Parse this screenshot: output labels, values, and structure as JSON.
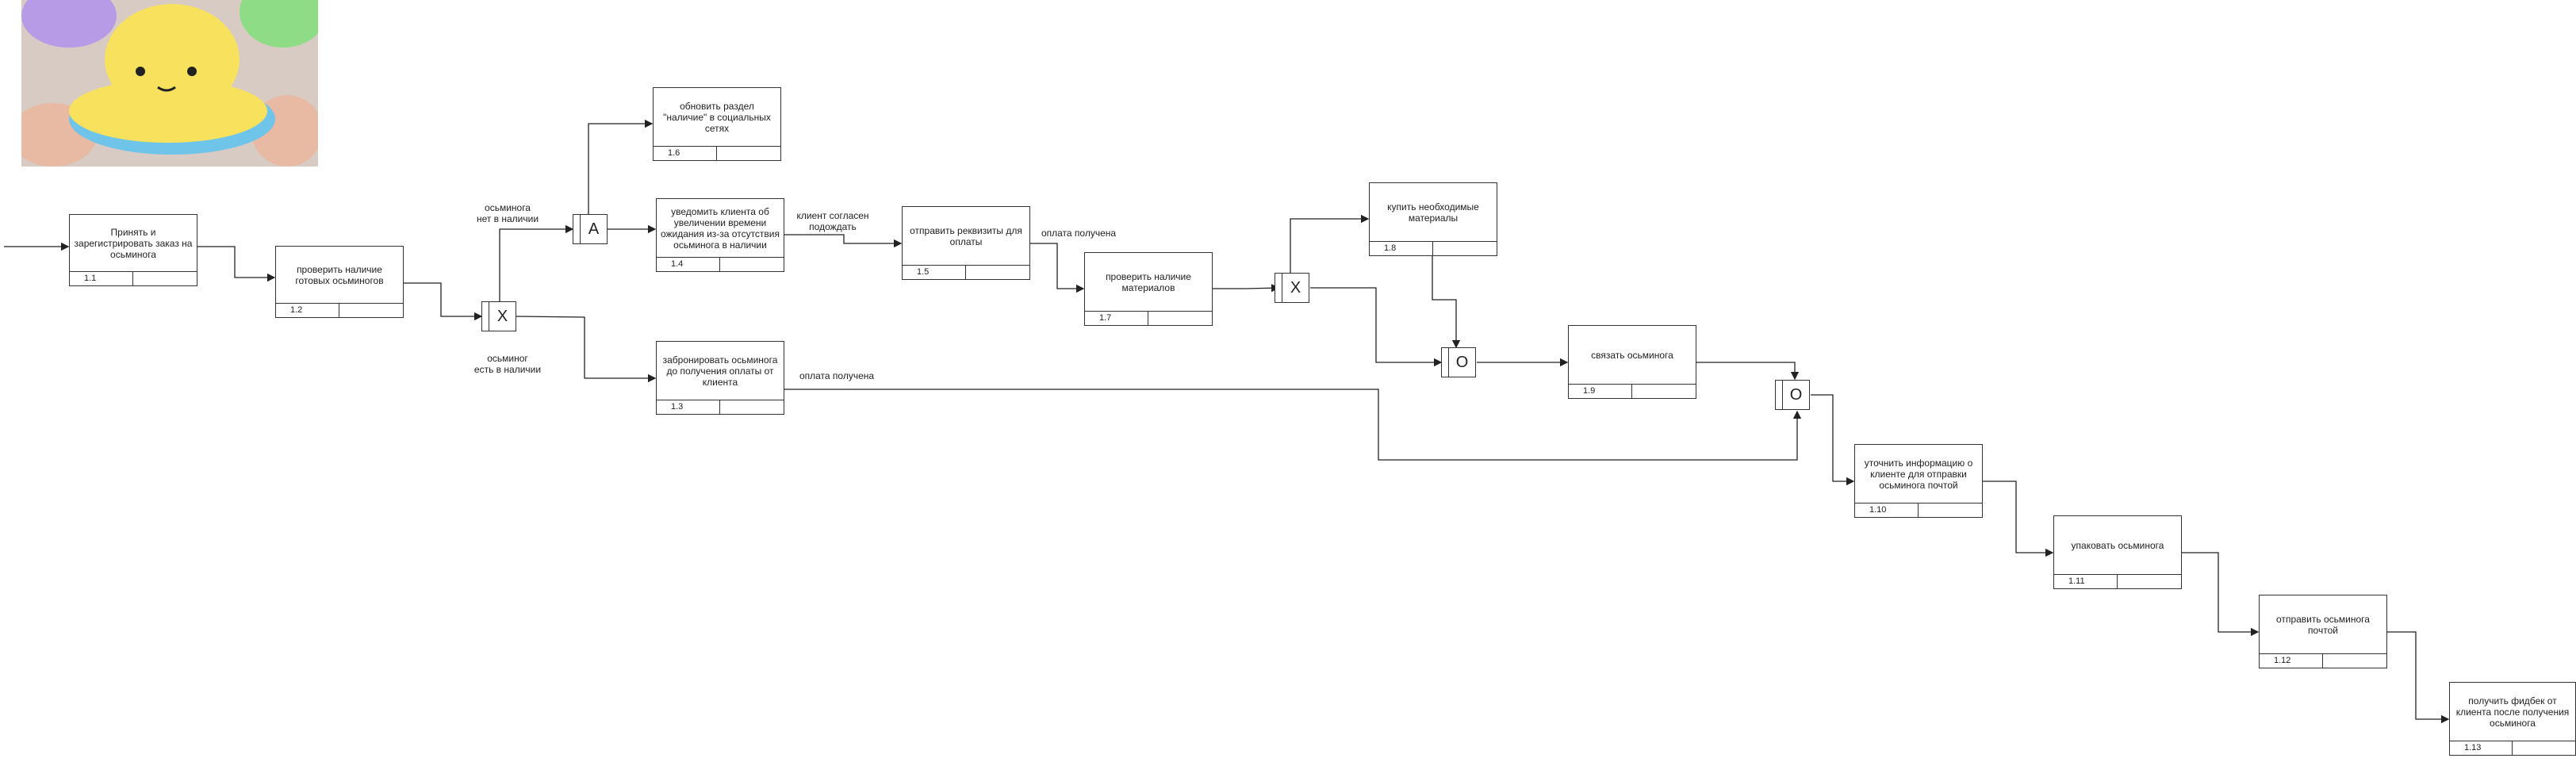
{
  "photo": {
    "description_icon": "octopus-plush-photo-icon",
    "colors": {
      "bg": "#d7c9c2",
      "yellow": "#f7e15d",
      "blue": "#6fc4ea",
      "purple": "#b79be6",
      "green": "#8fdc86",
      "hand": "#e8b9a3"
    }
  },
  "tasks": [
    {
      "id": "t1",
      "label": "Принять и зарегистрировать заказ на осьминога",
      "number": "1.1"
    },
    {
      "id": "t2",
      "label": "проверить наличие готовых осьминогов",
      "number": "1.2"
    },
    {
      "id": "t3",
      "label": "забронировать осьминога до получения оплаты от клиента",
      "number": "1.3"
    },
    {
      "id": "t4",
      "label": "уведомить клиента об увеличении времени ожидания из-за отсутствия осьминога в наличии",
      "number": "1.4"
    },
    {
      "id": "t5",
      "label": "отправить реквизиты для оплаты",
      "number": "1.5"
    },
    {
      "id": "t6",
      "label": "обновить раздел \"наличие\" в социальных сетях",
      "number": "1.6"
    },
    {
      "id": "t7",
      "label": "проверить наличие материалов",
      "number": "1.7"
    },
    {
      "id": "t8",
      "label": "купить необходимые материалы",
      "number": "1.8"
    },
    {
      "id": "t9",
      "label": "связать осьминога",
      "number": "1.9"
    },
    {
      "id": "t10",
      "label": "уточнить информацию о клиенте для отправки осьминога почтой",
      "number": "1.10"
    },
    {
      "id": "t11",
      "label": "упаковать осьминога",
      "number": "1.11"
    },
    {
      "id": "t12",
      "label": "отправить осьминога почтой",
      "number": "1.12"
    },
    {
      "id": "t13",
      "label": "получить фидбек от клиента после получения осьминога",
      "number": "1.13"
    }
  ],
  "gates": [
    {
      "id": "g1",
      "symbol": "X"
    },
    {
      "id": "g2",
      "symbol": "A"
    },
    {
      "id": "g3",
      "symbol": "X"
    },
    {
      "id": "g4",
      "symbol": "O"
    },
    {
      "id": "g5",
      "symbol": "O"
    }
  ],
  "notes": {
    "no_stock": "осьминога\nнет в наличии",
    "in_stock": "осьминог\nесть в наличии",
    "client_agreed": "клиент согласен\nподождать",
    "payment_received_1": "оплата получена",
    "payment_received_2": "оплата получена"
  }
}
